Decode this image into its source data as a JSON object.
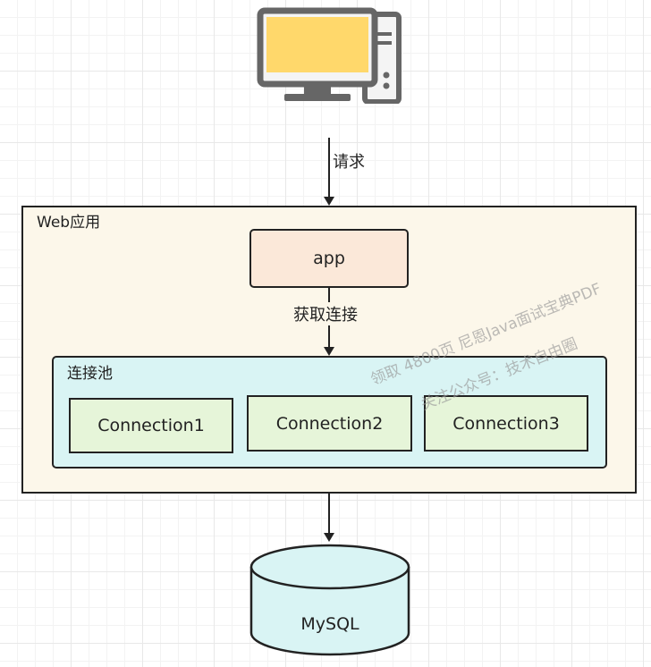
{
  "client": {
    "icon": "computer-icon"
  },
  "request_arrow": {
    "label": "请求"
  },
  "web_app": {
    "title": "Web应用",
    "app_box": {
      "label": "app"
    },
    "get_connection_arrow": {
      "label": "获取连接"
    },
    "pool": {
      "title": "连接池",
      "connections": [
        "Connection1",
        "Connection2",
        "Connection3"
      ]
    }
  },
  "database": {
    "label": "MySQL",
    "icon": "database-cylinder-icon"
  },
  "watermark": {
    "line1": "领取 4800页 尼恩Java面试宝典PDF",
    "line2": "关注公众号：技术自由圈"
  },
  "colors": {
    "monitor_screen": "#ffd86b",
    "monitor_frame": "#666666",
    "web_app_fill": "#fcf7ea",
    "app_fill": "#fbe8d9",
    "pool_fill": "#d9f4f4",
    "connection_fill": "#e6f5d9",
    "db_fill": "#d9f4f4",
    "stroke": "#222222"
  }
}
